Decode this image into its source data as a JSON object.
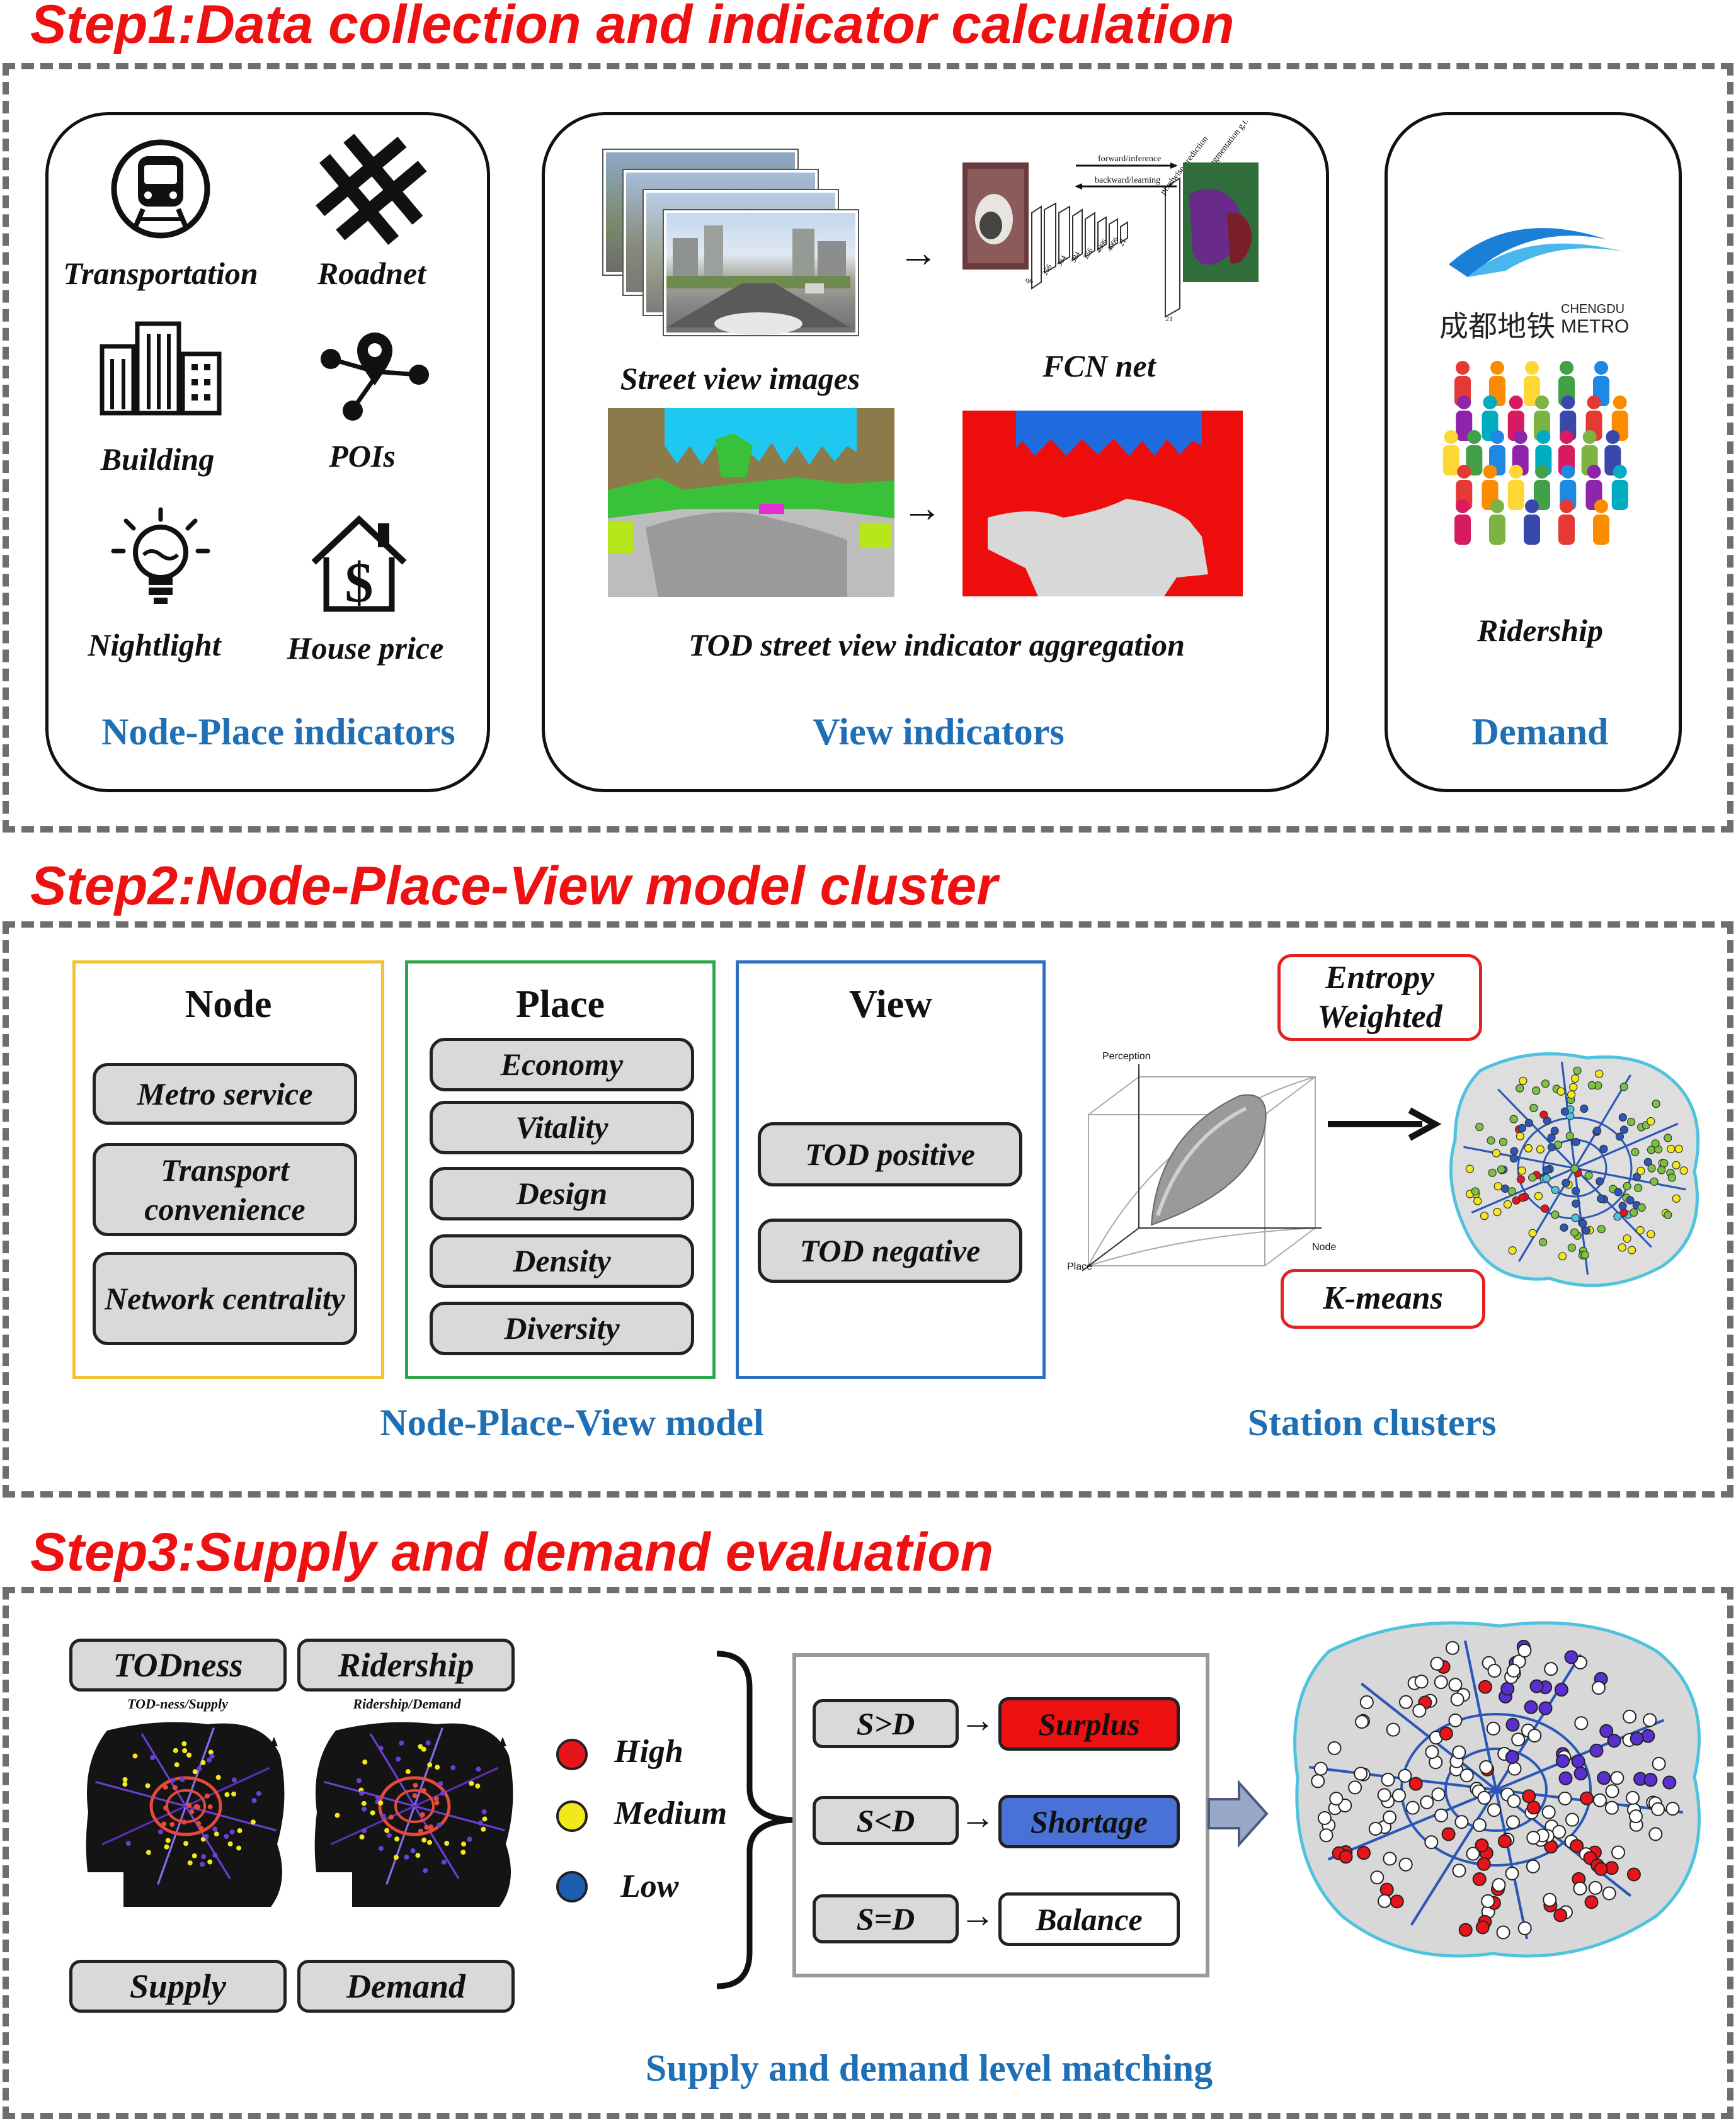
{
  "step1": {
    "title": "Step1:Data collection and indicator calculation",
    "node_place": {
      "items": [
        {
          "label": "Transportation",
          "icon": "metro-train-icon"
        },
        {
          "label": "Roadnet",
          "icon": "road-network-icon"
        },
        {
          "label": "Building",
          "icon": "building-icon"
        },
        {
          "label": "POIs",
          "icon": "poi-pin-icon"
        },
        {
          "label": "Nightlight",
          "icon": "light-bulb-icon"
        },
        {
          "label": "House price",
          "icon": "house-price-icon"
        }
      ],
      "caption": "Node-Place indicators"
    },
    "view": {
      "street_view_label": "Street view images",
      "fcn_label": "FCN net",
      "aggregation_label": "TOD street view indicator aggregation",
      "caption": "View indicators",
      "fcn_text": {
        "forward": "forward/inference",
        "backward": "backward/learning",
        "pixelwise": "pixelwise prediction",
        "segmentation": "segmentation g.t.",
        "dims": [
          "96",
          "256",
          "384",
          "384",
          "256",
          "4096",
          "4096",
          "21",
          "21"
        ]
      }
    },
    "demand": {
      "logo_cn": "成都地铁",
      "logo_en1": "CHENGDU",
      "logo_en2": "METRO",
      "ridership_label": "Ridership",
      "caption": "Demand"
    }
  },
  "step2": {
    "title": "Step2:Node-Place-View model cluster",
    "node": {
      "header": "Node",
      "items": [
        "Metro service",
        "Transport convenience",
        "Network centrality"
      ]
    },
    "place": {
      "header": "Place",
      "items": [
        "Economy",
        "Vitality",
        "Design",
        "Density",
        "Diversity"
      ]
    },
    "view": {
      "header": "View",
      "items": [
        "TOD positive",
        "TOD negative"
      ]
    },
    "model_caption": "Node-Place-View model",
    "plot_axes": {
      "perception": "Perception",
      "node": "Node",
      "place": "Place"
    },
    "entropy_label": "Entropy Weighted",
    "kmeans_label": "K-means",
    "clusters_caption": "Station clusters"
  },
  "step3": {
    "title": "Step3:Supply and demand evaluation",
    "todness_btn": "TODness",
    "ridership_btn": "Ridership",
    "supply_btn": "Supply",
    "demand_btn": "Demand",
    "map1_title": "TOD-ness/Supply",
    "map2_title": "Ridership/Demand",
    "legend": [
      {
        "label": "High",
        "color": "#e8141c"
      },
      {
        "label": "Medium",
        "color": "#f2e81c"
      },
      {
        "label": "Low",
        "color": "#1c5db0"
      }
    ],
    "comparisons": [
      {
        "cond": "S>D",
        "result": "Surplus",
        "fill": "#ee1111"
      },
      {
        "cond": "S<D",
        "result": "Shortage",
        "fill": "#4a72d6"
      },
      {
        "cond": "S=D",
        "result": "Balance",
        "fill": "#ffffff"
      }
    ],
    "caption": "Supply and demand level matching"
  }
}
